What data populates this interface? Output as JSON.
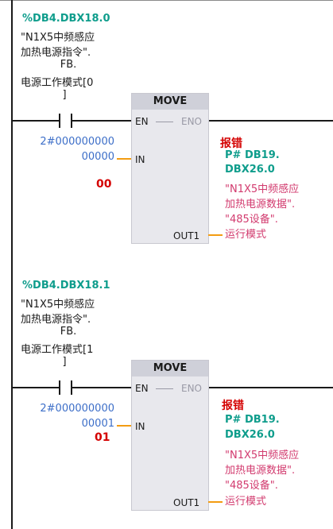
{
  "networks": [
    {
      "contact": {
        "address": "%DB4.DBX18.0",
        "symbol_lines": [
          "\"N1X5中频感应",
          "加热电源指令\".",
          "FB.",
          "电源工作模式[0",
          "]"
        ]
      },
      "block": {
        "title": "MOVE",
        "en": "EN",
        "eno": "ENO",
        "in": "IN",
        "out": "OUT1"
      },
      "in_value_lines": [
        "2#000000000",
        "00000"
      ],
      "annotation": "00",
      "error_label": "报错",
      "out_operand_lines": [
        "P# DB19.",
        "DBX26.0"
      ],
      "out_symbol_lines": [
        "\"N1X5中频感应",
        "加热电源数据\".",
        "\"485设备\".",
        "运行模式"
      ]
    },
    {
      "contact": {
        "address": "%DB4.DBX18.1",
        "symbol_lines": [
          "\"N1X5中频感应",
          "加热电源指令\".",
          "FB.",
          "电源工作模式[1",
          "]"
        ]
      },
      "block": {
        "title": "MOVE",
        "en": "EN",
        "eno": "ENO",
        "in": "IN",
        "out": "OUT1"
      },
      "in_value_lines": [
        "2#000000000",
        "00001"
      ],
      "annotation": "01",
      "error_label": "报错",
      "out_operand_lines": [
        "P# DB19.",
        "DBX26.0"
      ],
      "out_symbol_lines": [
        "\"N1X5中频感应",
        "加热电源数据\".",
        "\"485设备\".",
        "运行模式"
      ]
    }
  ],
  "colors": {
    "address": "#0f9d8c",
    "operand_blue": "#3c6ec8",
    "annotation_red": "#d40000",
    "symbol_pink": "#d23a6e",
    "wire_orange": "#f39c12",
    "block_fill": "#e8e8ed"
  }
}
